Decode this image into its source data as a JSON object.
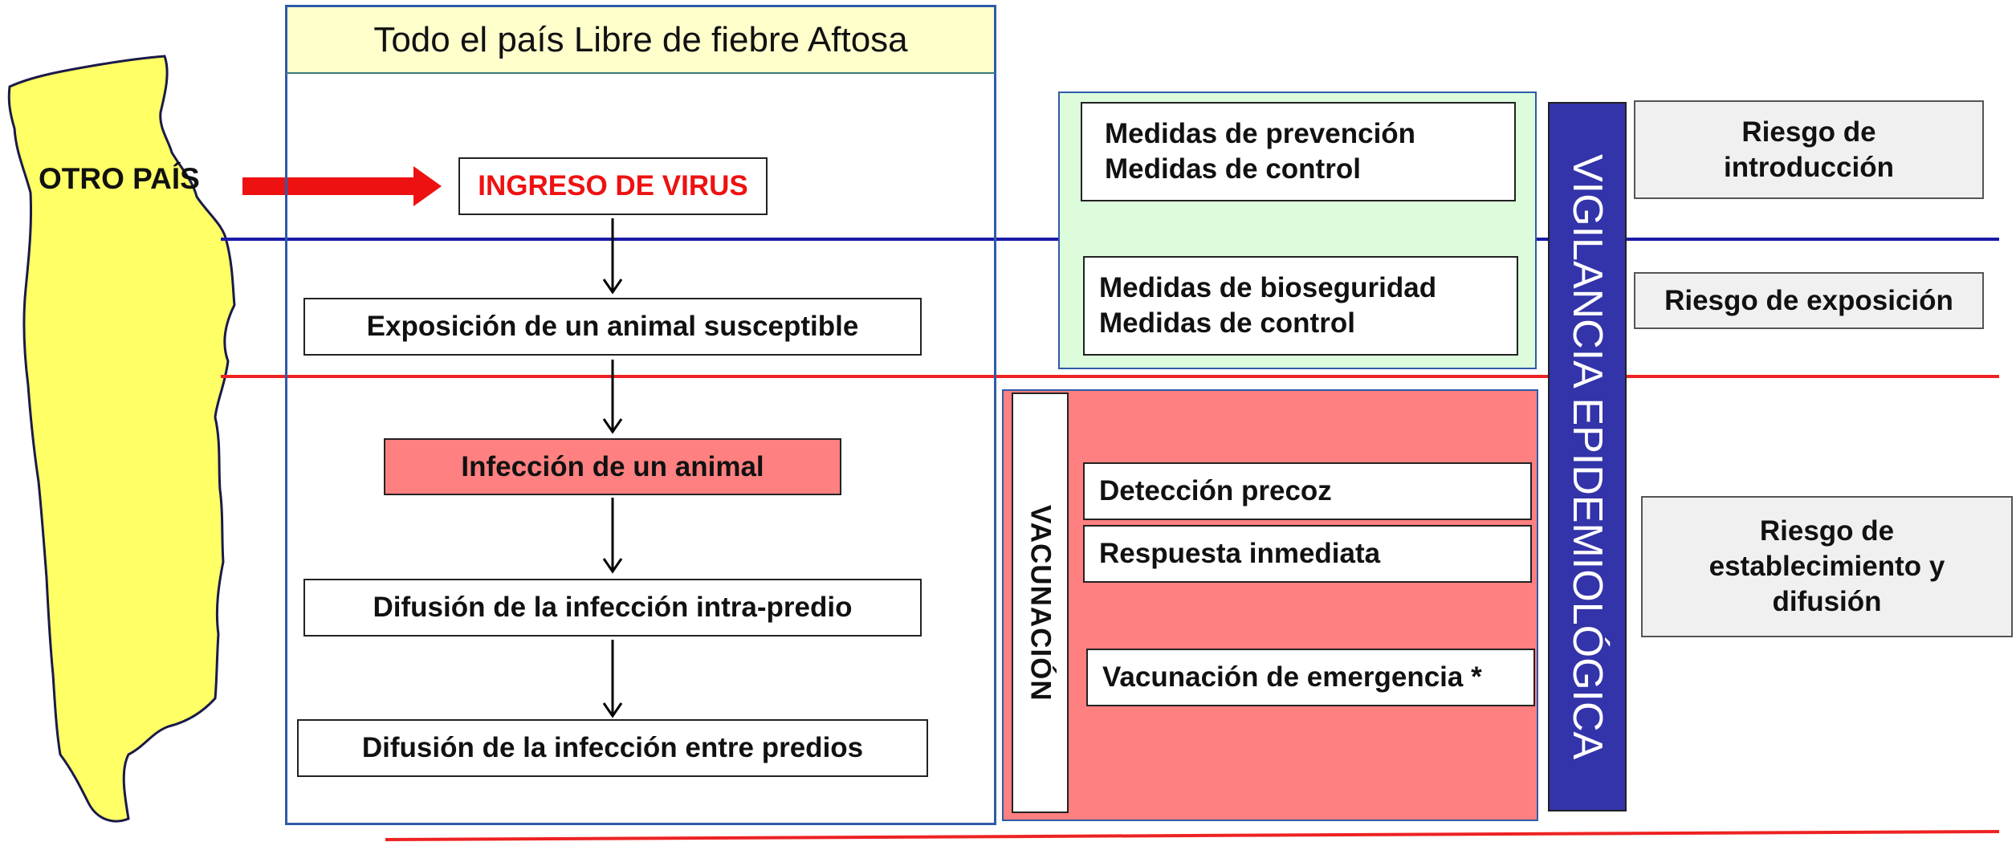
{
  "title": "Todo el país Libre de fiebre Aftosa",
  "other_country": "OTRO PAÍS",
  "flow": {
    "entry": "INGRESO DE VIRUS",
    "exposure": "Exposición de un animal susceptible",
    "infection": "Infección de un animal",
    "spread_within": "Difusión de la infección intra-predio",
    "spread_between": "Difusión de la infección entre predios"
  },
  "measures": {
    "prevention": "Medidas de prevención",
    "control_1": "Medidas de control",
    "biosecurity": "Medidas de bioseguridad",
    "control_2": "Medidas de control",
    "vaccination": "VACUNACIÓN",
    "early_detection": "Detección precoz",
    "immediate_response": "Respuesta inmediata",
    "emergency_vaccination": "Vacunación de emergencia *"
  },
  "surveillance": "VIGILANCIA EPIDEMIOLÓGICA",
  "risks": {
    "introduction": "Riesgo de introducción",
    "exposure": "Riesgo de exposición",
    "establishment": "Riesgo de establecimiento y difusión"
  },
  "colors": {
    "title_bg": "#ffffcc",
    "map_fill": "#ffff66",
    "green_panel": "#dcfcdc",
    "red_panel": "#ff8080",
    "surveillance_bar": "#3333aa",
    "risk_bg": "#f0f0f0",
    "blue_line": "#1a1aa8",
    "red_line": "#ee2222",
    "entry_text": "#ee1111"
  }
}
